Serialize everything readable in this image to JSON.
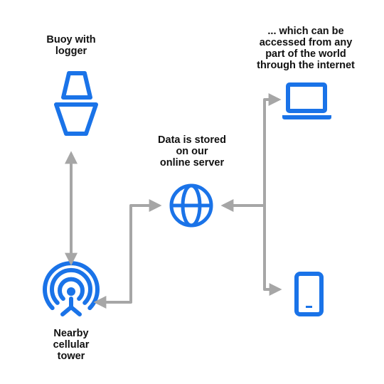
{
  "colors": {
    "icon_blue": "#1a73e8",
    "arrow_gray": "#a6a6a6",
    "text": "#111111",
    "background": "#ffffff"
  },
  "labels": {
    "buoy": [
      "Buoy with",
      "logger"
    ],
    "tower": [
      "Nearby",
      "cellular",
      "tower"
    ],
    "server": [
      "Data is stored",
      "on our",
      "online server"
    ],
    "access": [
      "... which can be",
      "accessed from any",
      "part of the world",
      "through the internet"
    ]
  },
  "icons": {
    "buoy": "buoy-icon",
    "tower": "cellular-tower-icon",
    "server": "globe-icon",
    "laptop": "laptop-icon",
    "phone": "smartphone-icon"
  }
}
